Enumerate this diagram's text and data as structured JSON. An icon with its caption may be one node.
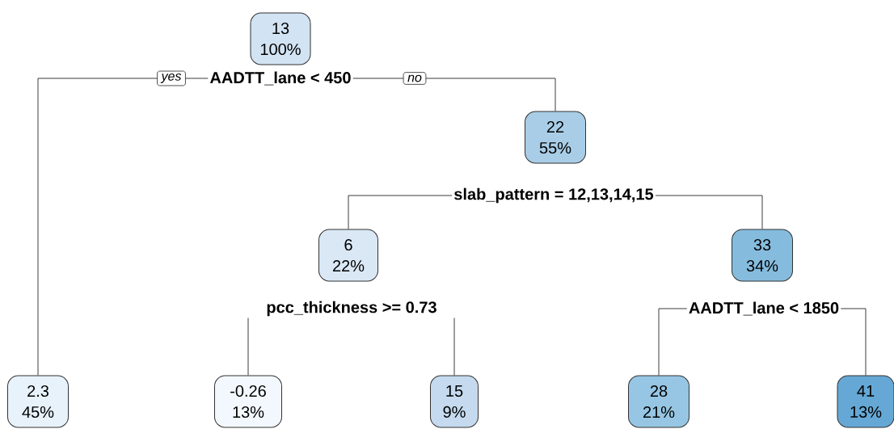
{
  "diagram": {
    "nodes": [
      {
        "text": [
          "13",
          "100%"
        ]
      },
      {
        "text": [
          "AADTT_lane < 450"
        ]
      },
      {
        "text": [
          "22",
          "55%"
        ]
      },
      {
        "text": [
          "slab_pattern = 12,13,14,15"
        ]
      },
      {
        "text": [
          "6",
          "22%"
        ]
      },
      {
        "text": [
          "33",
          "34%"
        ]
      },
      {
        "text": [
          "pcc_thickness >= 0.73"
        ]
      },
      {
        "text": [
          "AADTT_lane < 1850"
        ]
      },
      {
        "text": [
          "2.3",
          "45%"
        ]
      },
      {
        "text": [
          "-0.26",
          "13%"
        ]
      },
      {
        "text": [
          "15",
          "9%"
        ]
      },
      {
        "text": [
          "28",
          "21%"
        ]
      },
      {
        "text": [
          "41",
          "13%"
        ]
      }
    ],
    "edges": [
      {
        "from": 1,
        "to": 8,
        "arrow": "none",
        "label": "yes"
      },
      {
        "from": 1,
        "to": 2,
        "arrow": "none",
        "label": "no"
      },
      {
        "from": 3,
        "to": 4,
        "arrow": "none"
      },
      {
        "from": 3,
        "to": 5,
        "arrow": "none"
      },
      {
        "from": 6,
        "to": 9,
        "arrow": "none"
      },
      {
        "from": 6,
        "to": 10,
        "arrow": "none"
      },
      {
        "from": 7,
        "to": 11,
        "arrow": "none"
      },
      {
        "from": 7,
        "to": 12,
        "arrow": "none"
      }
    ]
  }
}
